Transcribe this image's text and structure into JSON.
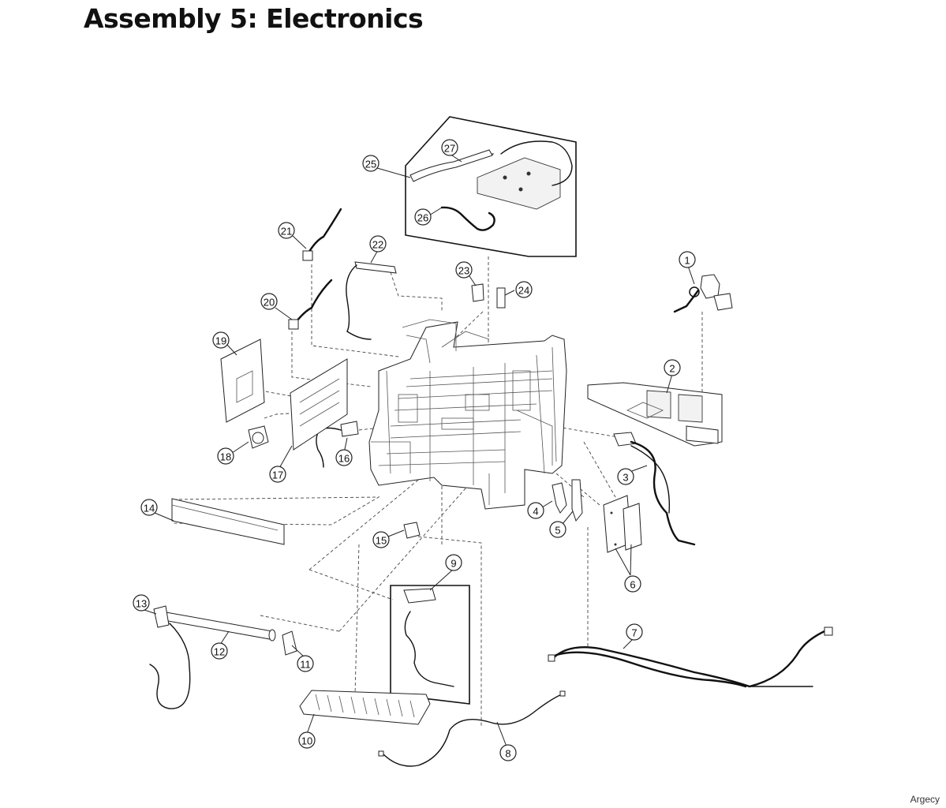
{
  "page": {
    "title": "Assembly 5: Electronics",
    "watermark": "Argecy"
  },
  "callouts": [
    "1",
    "2",
    "3",
    "4",
    "5",
    "6",
    "7",
    "8",
    "9",
    "10",
    "11",
    "12",
    "13",
    "14",
    "15",
    "16",
    "17",
    "18",
    "19",
    "20",
    "21",
    "22",
    "23",
    "24",
    "25",
    "26",
    "27"
  ]
}
